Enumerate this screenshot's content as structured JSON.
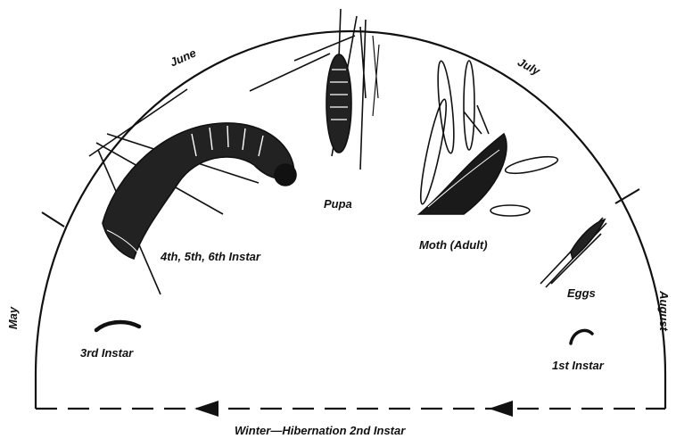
{
  "months": {
    "may": "May",
    "june": "June",
    "july": "July",
    "august": "August"
  },
  "stages": {
    "pupa": "Pupa",
    "moth": "Moth (Adult)",
    "eggs": "Eggs",
    "first_instar": "1st Instar",
    "third_instar": "3rd Instar",
    "late_instars": "4th, 5th, 6th Instar"
  },
  "bottom_caption": "Winter—Hibernation 2nd Instar",
  "colors": {
    "ink": "#111111",
    "background": "#ffffff"
  }
}
